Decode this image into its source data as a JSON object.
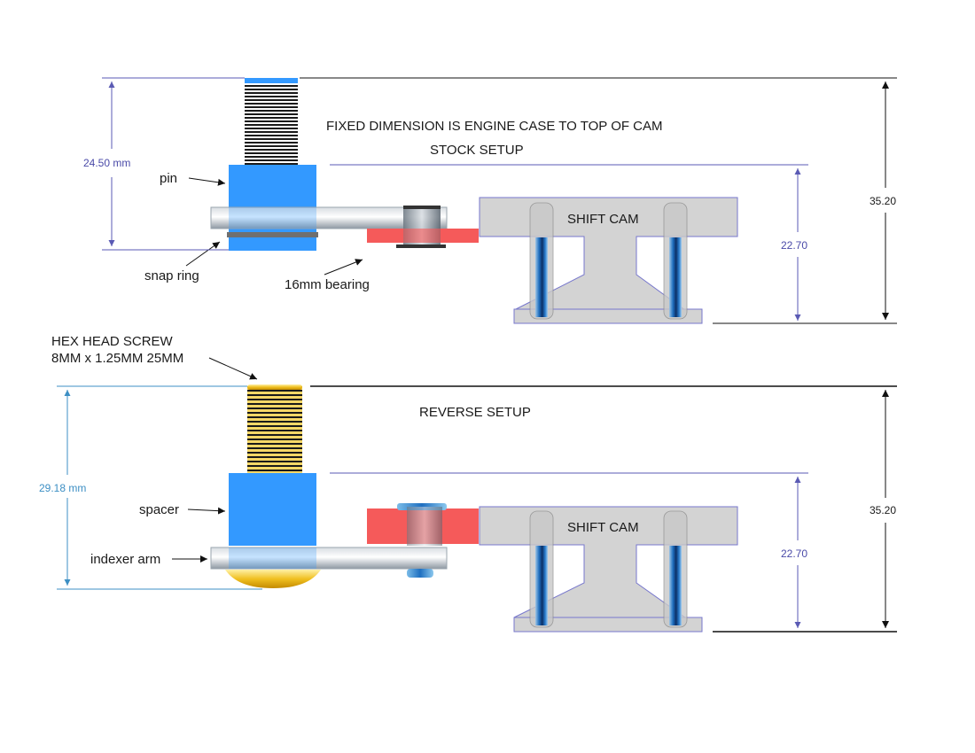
{
  "top": {
    "heading": "FIXED DIMENSION IS ENGINE CASE TO TOP OF CAM",
    "subheading": "STOCK SETUP",
    "label_pin": "pin",
    "label_snap_ring": "snap ring",
    "label_bearing": "16mm bearing",
    "label_cam": "SHIFT CAM",
    "dim_left": "24.50 mm",
    "dim_cam": "22.70",
    "dim_overall": "35.20"
  },
  "bottom": {
    "screw_title": "HEX HEAD SCREW",
    "screw_spec": "8MM x 1.25MM  25MM",
    "subheading": "REVERSE SETUP",
    "label_spacer": "spacer",
    "label_indexer": "indexer arm",
    "label_cam": "SHIFT CAM",
    "dim_left": "29.18 mm",
    "dim_cam": "22.70",
    "dim_overall": "35.20"
  },
  "colors": {
    "blue_part": "#3399ff",
    "red_part": "#f55a5a",
    "cam_gray": "#d3d3d3",
    "gold": "#f0c020",
    "dim_line": "#5a5ab4",
    "dim_teal": "#3d8fc4"
  }
}
